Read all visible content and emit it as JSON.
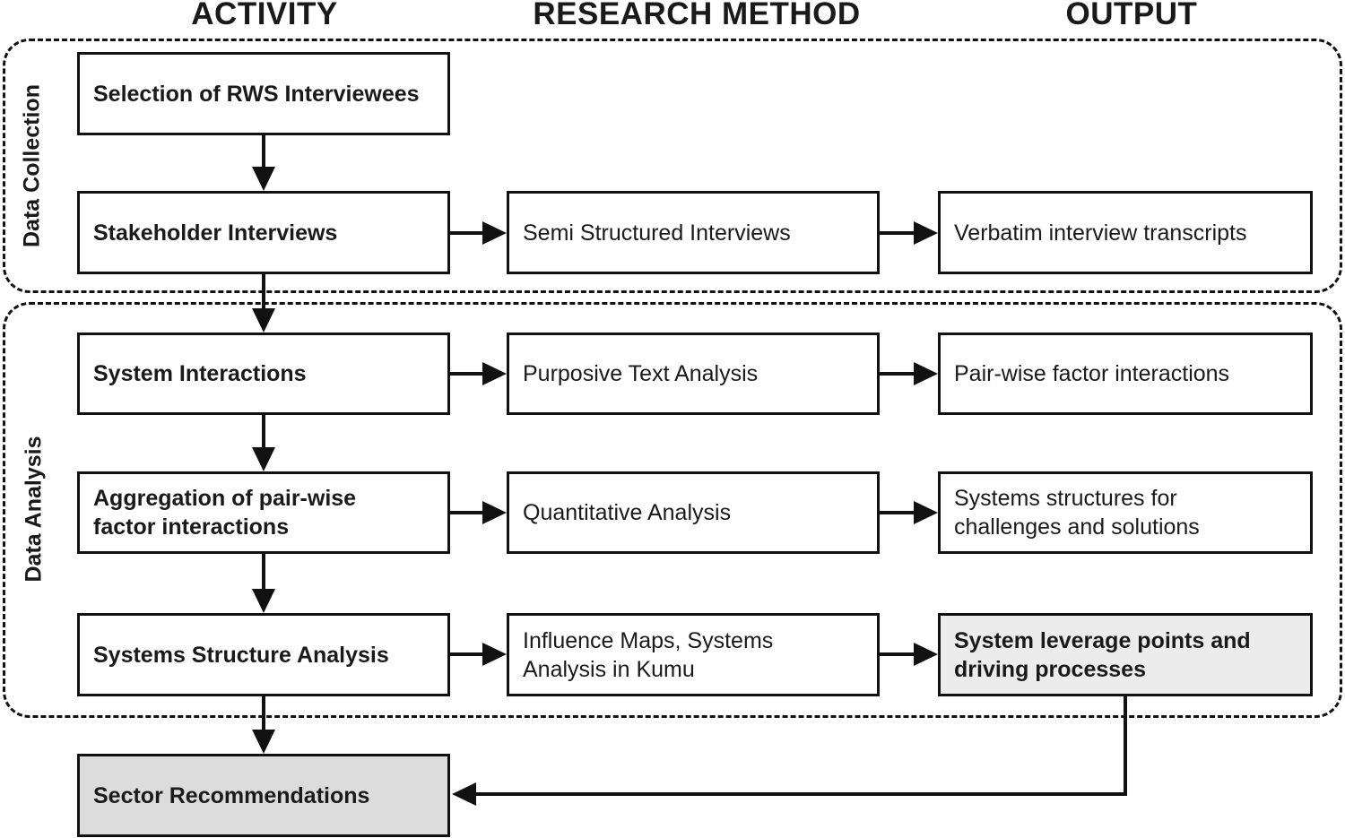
{
  "headers": {
    "activity": "ACTIVITY",
    "research_method": "RESEARCH METHOD",
    "output": "OUTPUT"
  },
  "phases": {
    "data_collection": "Data Collection",
    "data_analysis": "Data Analysis"
  },
  "activities": [
    "Selection of RWS Interviewees",
    "Stakeholder Interviews",
    "System Interactions",
    "Aggregation of pair-wise factor interactions",
    "Systems Structure Analysis",
    "Sector Recommendations"
  ],
  "methods": [
    "Semi Structured Interviews",
    "Purposive Text Analysis",
    "Quantitative Analysis",
    "Influence Maps, Systems Analysis in Kumu"
  ],
  "outputs": [
    "Verbatim interview transcripts",
    "Pair-wise factor interactions",
    "Systems structures for challenges and solutions",
    "System leverage points and driving processes"
  ]
}
